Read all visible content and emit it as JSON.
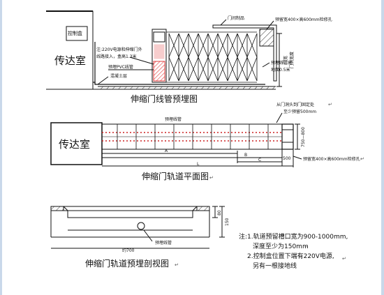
{
  "colors": {
    "line": "#111111",
    "conduit": "#e23b3b",
    "dot": "#cc2222",
    "panel_border": "#c9d8ea"
  },
  "top_view": {
    "control_box_label": "控制盒",
    "guard_room_label": "传达室",
    "power_note_line1": "注:220V电源和伸缩门外",
    "power_note_line2": "线路接入，盒高1.3米",
    "pvc_label": "预埋PVC线管",
    "concrete_label": "混凝土层",
    "gate_head_label": "门间制品",
    "pit_label": "预留宽400×高600mm检修孔",
    "height_label": "预埋线管高",
    "ground_label": "地面0.5米",
    "side_label_1": "门宽",
    "side_label_2": "门洞宽度",
    "title": "伸缩门线管预埋图"
  },
  "middle_view": {
    "fixed_point_note": "从门洞头到门固定处",
    "min_length_note": "至少预留500mm",
    "conduit_label": "预埋线管",
    "guard_room_label": "传达室",
    "dim_a": "A",
    "dim_b": "B",
    "dim_c": "C",
    "dim_l": "L",
    "dim_500": "500",
    "dim_750_800": "750—800",
    "pit_label": "预留宽400×高600mm检修孔",
    "title": "伸缩门轨道平面图"
  },
  "bottom_view": {
    "dim_80": "80",
    "dim_150": "150",
    "conduit_label": "预埋线管",
    "width_label": "约700",
    "title": "伸缩门轨道预埋剖视图",
    "note1_line1": "注:1.轨道预留槽口宽为900-1000mm,",
    "note1_line2": "深度至少为150mm",
    "note2_line1": "2.控制盒位置下端有220V电源,",
    "note2_line2": "另有一根接地线"
  },
  "paragraph_marks": [
    "↵",
    "↵",
    "↵",
    "↵",
    "↵",
    "↵",
    "↵"
  ]
}
